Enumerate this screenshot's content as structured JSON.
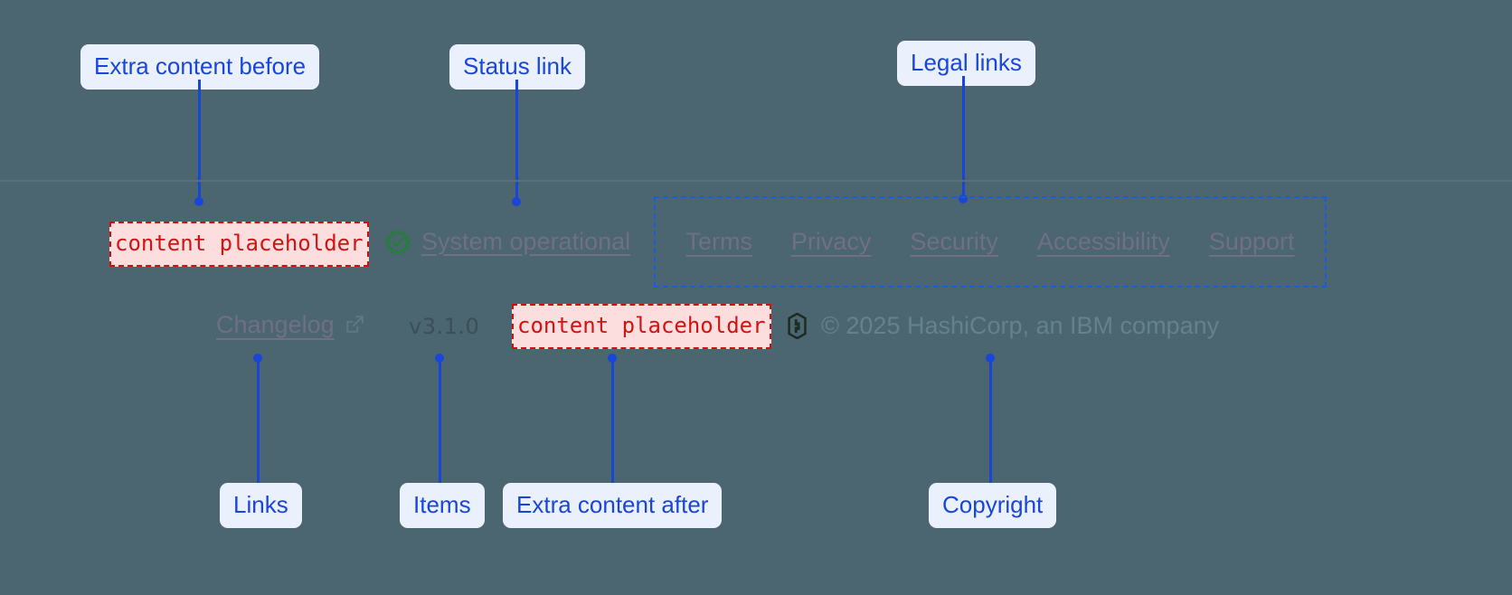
{
  "annotations": [
    {
      "id": "extra-before",
      "label": "Extra content before"
    },
    {
      "id": "status-link",
      "label": "Status link"
    },
    {
      "id": "legal-links",
      "label": "Legal links"
    },
    {
      "id": "links",
      "label": "Links"
    },
    {
      "id": "items",
      "label": "Items"
    },
    {
      "id": "extra-after",
      "label": "Extra content after"
    },
    {
      "id": "copyright",
      "label": "Copyright"
    }
  ],
  "footer": {
    "extra_before": {
      "text": "content placeholder"
    },
    "extra_after": {
      "text": "content placeholder"
    },
    "status": {
      "icon": "check-circle-icon",
      "label": "System operational"
    },
    "legal_links": [
      {
        "label": "Terms"
      },
      {
        "label": "Privacy"
      },
      {
        "label": "Security"
      },
      {
        "label": "Accessibility"
      },
      {
        "label": "Support"
      }
    ],
    "changelog": {
      "label": "Changelog",
      "icon": "external-link-icon"
    },
    "version": "v3.1.0",
    "copyright": {
      "logo": "hashicorp-logo",
      "text": "© 2025 HashiCorp, an IBM company"
    }
  },
  "colors": {
    "page_background": "#4b6670",
    "annotation_blue": "#1a46d8",
    "annotation_chip_bg": "#eaf1fd",
    "placeholder_red": "#d01414",
    "placeholder_bg": "#fddede",
    "link_muted": "#6f6f86",
    "status_green": "#1e8233"
  }
}
